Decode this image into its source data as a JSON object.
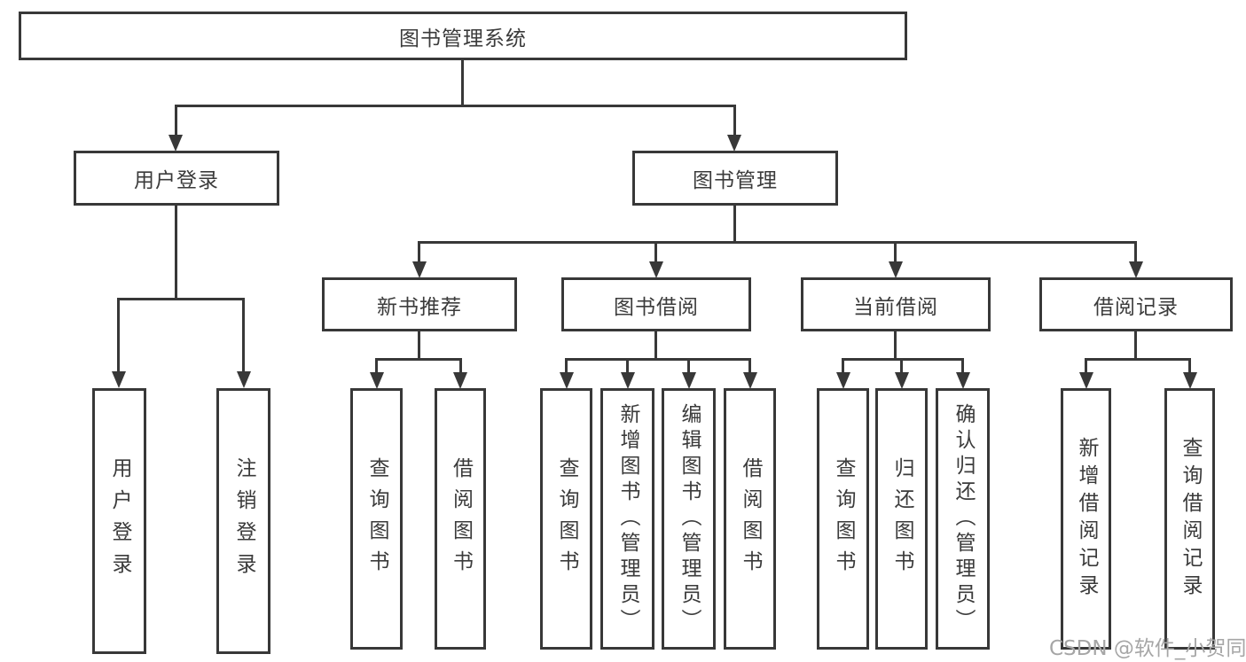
{
  "tree": {
    "label": "图书管理系统",
    "children": [
      {
        "label": "用户登录",
        "children": [
          {
            "label": "用户登录"
          },
          {
            "label": "注销登录"
          }
        ]
      },
      {
        "label": "图书管理",
        "children": [
          {
            "label": "新书推荐",
            "children": [
              {
                "label": "查询图书"
              },
              {
                "label": "借阅图书"
              }
            ]
          },
          {
            "label": "图书借阅",
            "children": [
              {
                "label": "查询图书"
              },
              {
                "label": "新增图书（管理员）"
              },
              {
                "label": "编辑图书（管理员）"
              },
              {
                "label": "借阅图书"
              }
            ]
          },
          {
            "label": "当前借阅",
            "children": [
              {
                "label": "查询图书"
              },
              {
                "label": "归还图书"
              },
              {
                "label": "确认归还（管理员）"
              }
            ]
          },
          {
            "label": "借阅记录",
            "children": [
              {
                "label": "新增借阅记录"
              },
              {
                "label": "查询借阅记录"
              }
            ]
          }
        ]
      }
    ]
  },
  "watermark": {
    "text": "CSDN @软件_小贺同学"
  },
  "colors": {
    "line": "#383838",
    "text": "#3b3b3b",
    "watermark_text": "#a6a6a6",
    "background": "#ffffff"
  }
}
